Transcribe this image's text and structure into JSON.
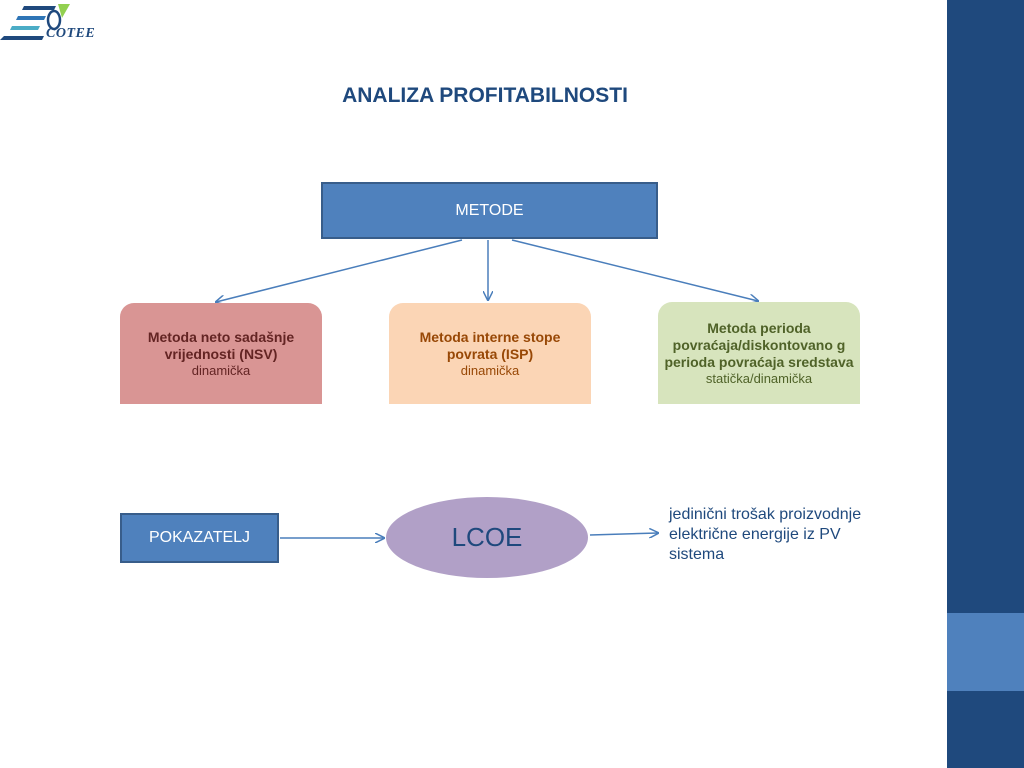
{
  "logo": {
    "text": "COTEE"
  },
  "title": "ANALIZA PROFITABILNOSTI",
  "metode": {
    "label": "METODE"
  },
  "methods": [
    {
      "title": "Metoda neto sadašnje vrijednosti (NSV)",
      "subtitle": "dinamička"
    },
    {
      "title": "Metoda interne stope povrata (ISP)",
      "subtitle": "dinamička"
    },
    {
      "title": "Metoda perioda povraćaja/diskontovano g perioda povraćaja sredstava",
      "subtitle": "statička/dinamička"
    }
  ],
  "pokazatelj": {
    "label": "POKAZATELJ"
  },
  "lcoe": {
    "label": "LCOE"
  },
  "description": "jedinični trošak proizvodnje električne energije iz PV sistema",
  "colors": {
    "sidebar": "#1f497d",
    "sidebar_accent": "#4f81bd",
    "box_blue": "#4f81bd",
    "method1": "#d99594",
    "method2": "#fbd5b5",
    "method3": "#d7e4bd",
    "lcoe": "#b1a0c7"
  }
}
